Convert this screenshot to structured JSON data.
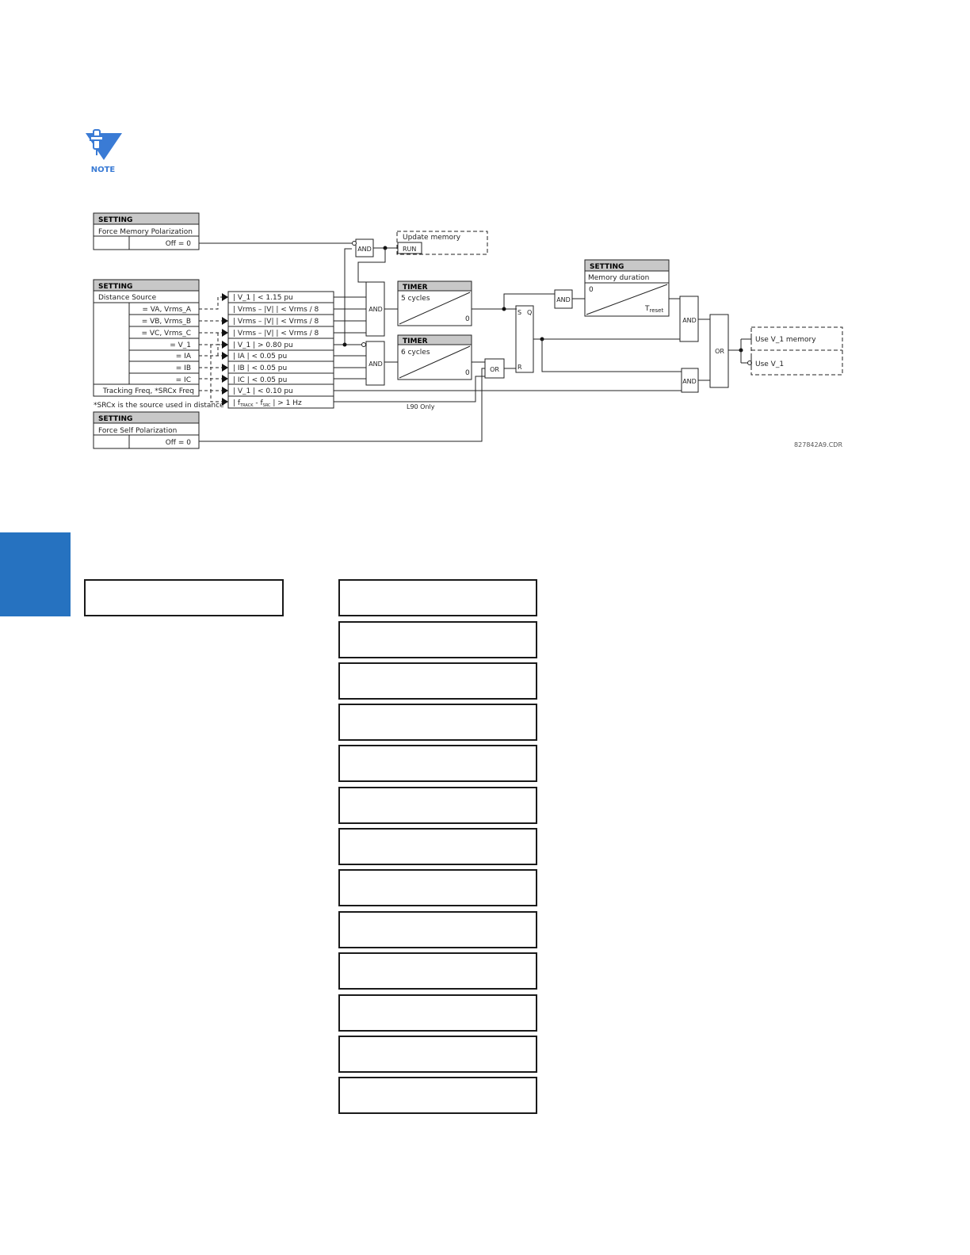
{
  "note": {
    "label": "NOTE",
    "icon": "pushpin-note-icon"
  },
  "diagram": {
    "setting_header": "SETTING",
    "force_memory": {
      "name": "Force Memory Polarization",
      "value": "Off = 0"
    },
    "distance_source": {
      "name": "Distance Source",
      "outputs": [
        "= VA, Vrms_A",
        "= VB, Vrms_B",
        "= VC, Vrms_C",
        "= V_1",
        "= IA",
        "= IB",
        "= IC"
      ],
      "tracking": "Tracking Freq, *SRCx Freq",
      "footnote": "*SRCx is the source used in distance"
    },
    "force_self": {
      "name": "Force Self Polarization",
      "value": "Off = 0"
    },
    "comparators": [
      "| V_1 | < 1.15 pu",
      "| Vrms – |V| | < Vrms / 8",
      "| Vrms – |V| | < Vrms / 8",
      "| Vrms – |V| | < Vrms / 8",
      "| V_1 | > 0.80 pu",
      "| IA | < 0.05 pu",
      "| IB | < 0.05 pu",
      "| IC | < 0.05 pu",
      "| V_1 | < 0.10 pu",
      "| f_TRACK - f_SRC | > 1 Hz"
    ],
    "freq_comparator": {
      "prefix": "| f",
      "sub1": "TRACK",
      "mid": " - f",
      "sub2": "SRC",
      "suffix": " | > 1 Hz"
    },
    "and_label": "AND",
    "or_label": "OR",
    "update_memory": "Update memory",
    "run": "RUN",
    "timer_header": "TIMER",
    "timer1": {
      "delay": "5 cycles",
      "reset": "0"
    },
    "timer2": {
      "delay": "6 cycles",
      "reset": "0"
    },
    "latch": {
      "s": "S",
      "q": "Q",
      "r": "R"
    },
    "memory_duration": {
      "name": "Memory duration",
      "zero": "0",
      "treset": "T",
      "treset_sub": "reset"
    },
    "outputs": [
      "Use V_1 memory",
      "Use V_1"
    ],
    "l90_only": "L90 Only",
    "figure_id": "827842A9.CDR"
  },
  "colors": {
    "accent": "#2672c0",
    "note_blue": "#3a7bd5",
    "header_gray": "#c8c8c8"
  },
  "fields_count_right": 13
}
